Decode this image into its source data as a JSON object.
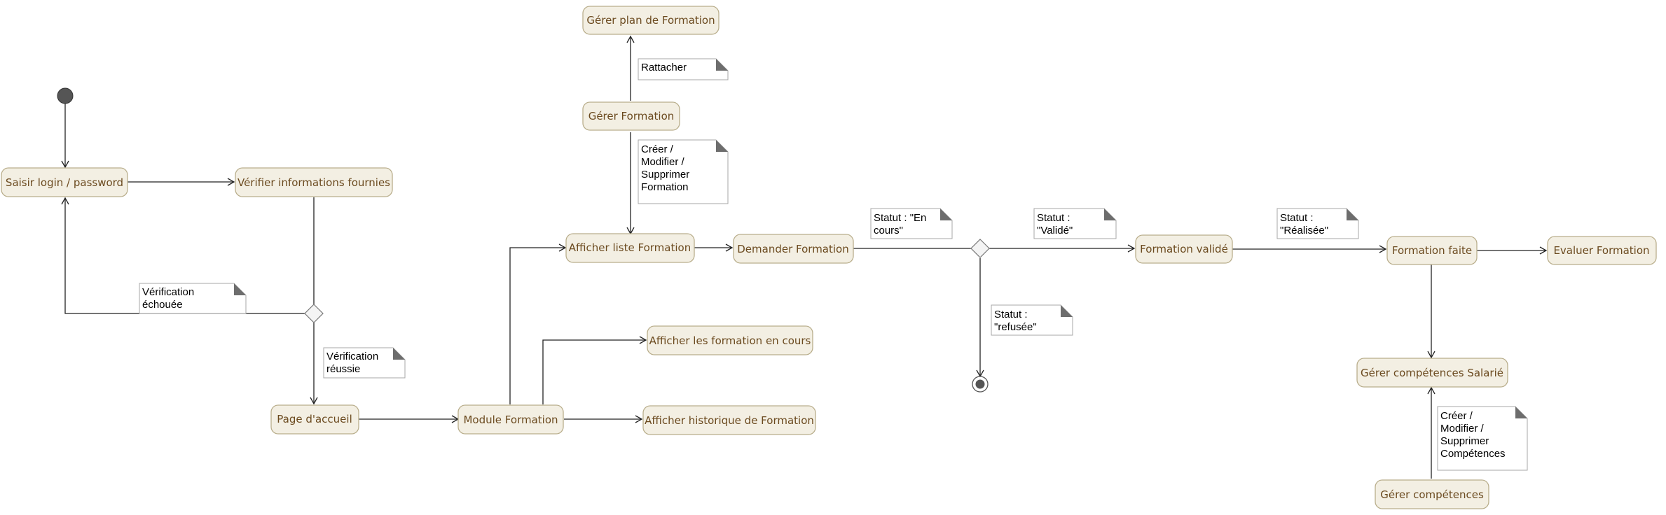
{
  "activities": {
    "saisir_login": "Saisir login / password",
    "verifier_infos": "Vérifier informations fournies",
    "page_accueil": "Page d'accueil",
    "module_formation": "Module Formation",
    "afficher_liste": "Afficher liste Formation",
    "gerer_formation": "Gérer Formation",
    "gerer_plan": "Gérer plan de Formation",
    "afficher_en_cours": "Afficher les formation en cours",
    "afficher_historique": "Afficher historique de Formation",
    "demander_formation": "Demander Formation",
    "formation_validee": "Formation validé",
    "formation_faite": "Formation faite",
    "evaluer_formation": "Evaluer Formation",
    "gerer_competences_salarie": "Gérer compétences Salarié",
    "gerer_competences": "Gérer compétences"
  },
  "notes": {
    "verif_echouee": [
      "Vérification",
      "échouée"
    ],
    "verif_reussie": [
      "Vérification",
      "réussie"
    ],
    "rattacher": [
      "Rattacher"
    ],
    "crud_formation": [
      "Créer /",
      "Modifier /",
      "Supprimer",
      "Formation"
    ],
    "statut_en_cours": [
      "Statut : \"En",
      "cours\""
    ],
    "statut_valide": [
      "Statut :",
      "\"Validé\""
    ],
    "statut_refusee": [
      "Statut :",
      "\"refusée\""
    ],
    "statut_realisee": [
      "Statut :",
      "\"Réalisée\""
    ],
    "crud_competences": [
      "Créer /",
      "Modifier /",
      "Supprimer",
      "Compétences"
    ]
  }
}
